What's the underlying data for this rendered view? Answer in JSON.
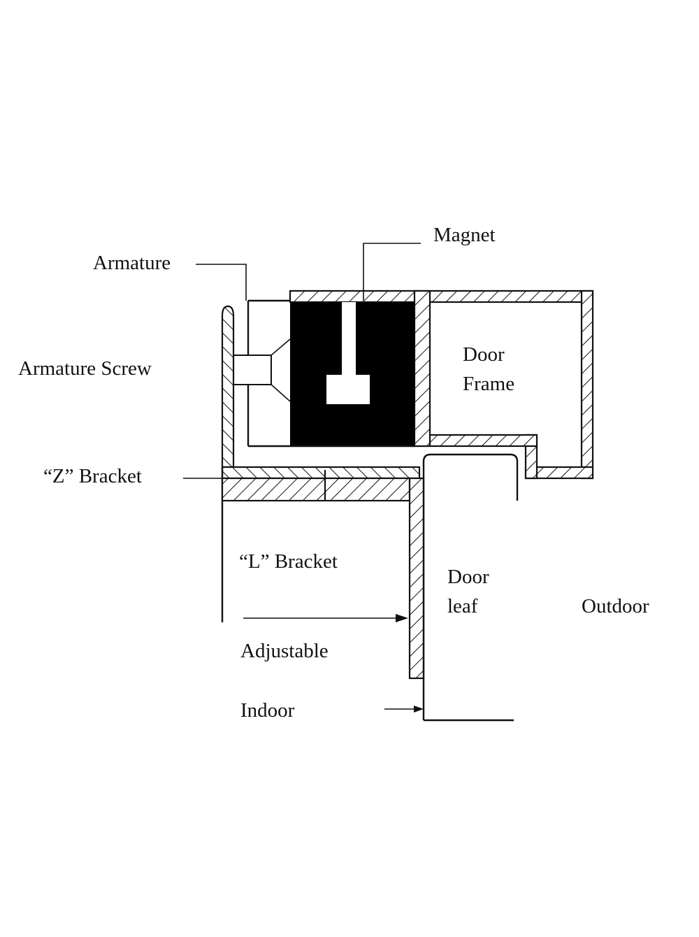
{
  "labels": {
    "magnet": "Magnet",
    "armature": "Armature",
    "armature_screw": "Armature Screw",
    "z_bracket": "“Z” Bracket",
    "door_frame_1": "Door",
    "door_frame_2": "Frame",
    "l_bracket": "“L” Bracket",
    "door_leaf_1": "Door",
    "door_leaf_2": "leaf",
    "outdoor": "Outdoor",
    "adjustable": "Adjustable",
    "indoor": "Indoor"
  },
  "colors": {
    "line": "#111111",
    "magnet_body": "#000000",
    "background": "#ffffff"
  }
}
